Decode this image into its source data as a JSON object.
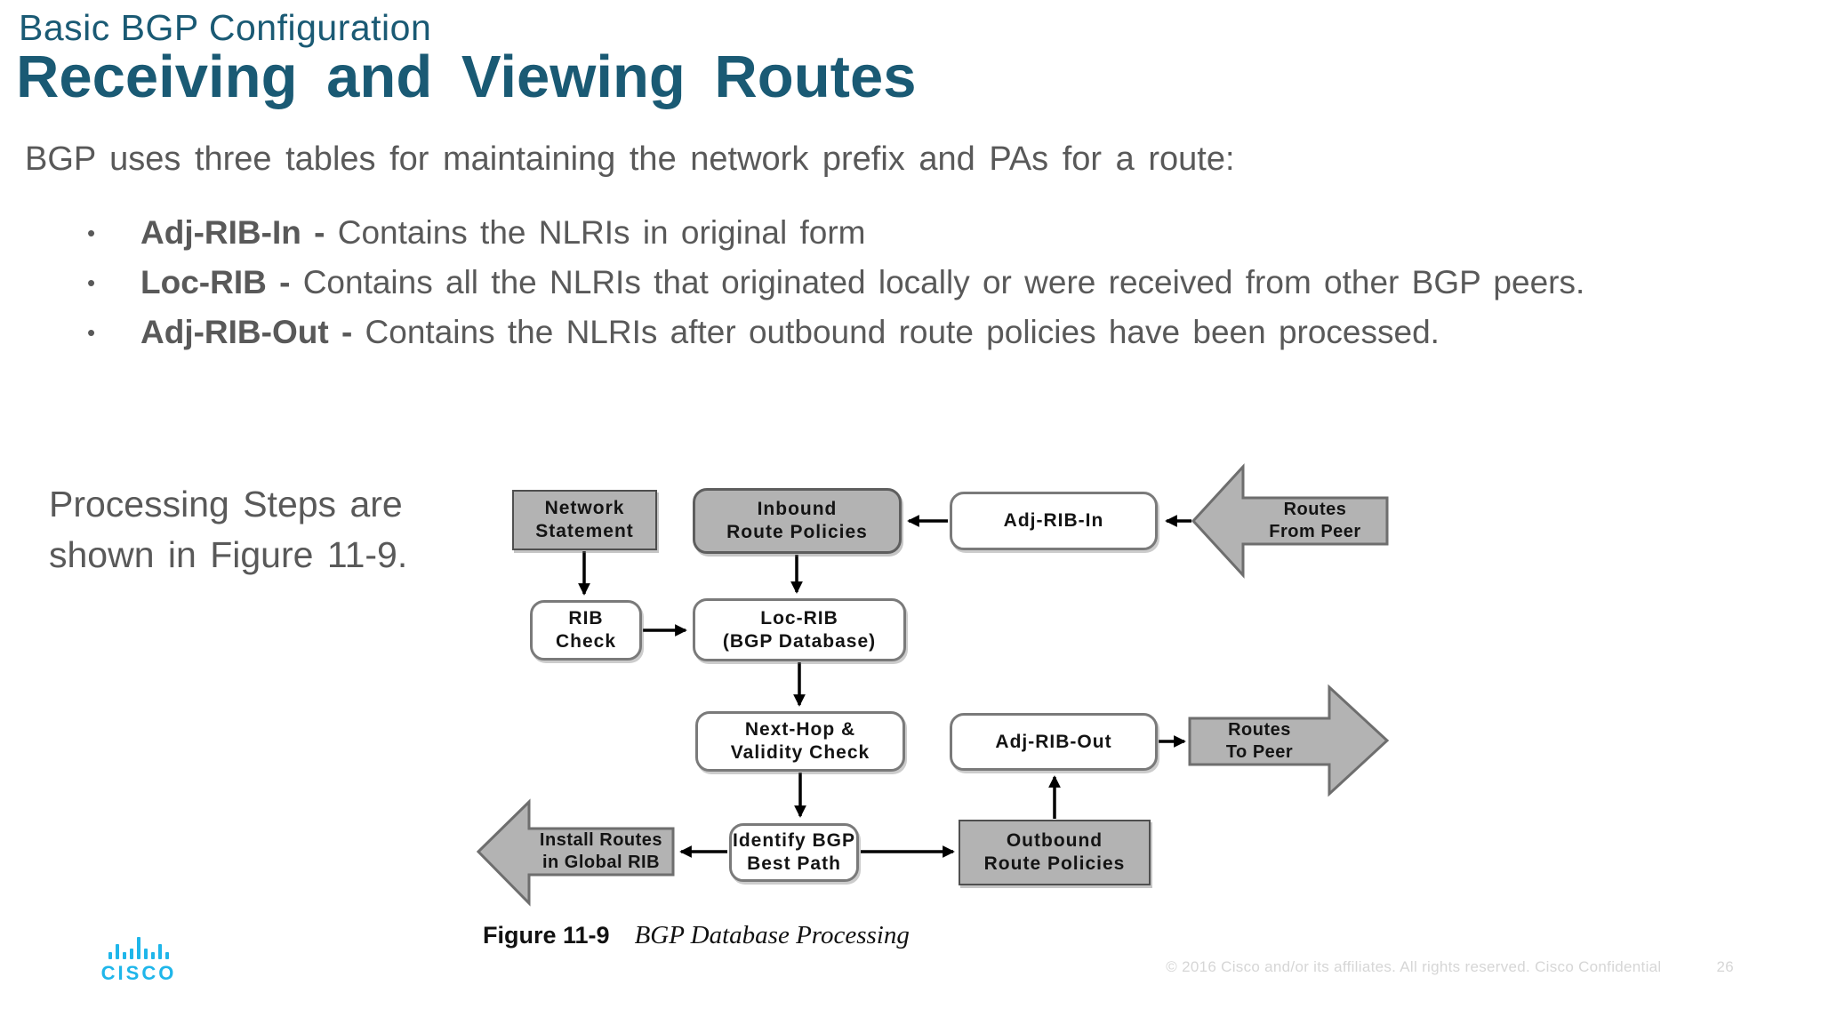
{
  "slide": {
    "eyebrow": "Basic BGP Configuration",
    "title": "Receiving and Viewing Routes",
    "intro": "BGP uses three tables for maintaining the network prefix and PAs for a route:",
    "bullet_marker": "•",
    "bullets": [
      {
        "term": "Adj-RIB-In  - ",
        "desc": "Contains the NLRIs in original form"
      },
      {
        "term": "Loc-RIB  - ",
        "desc": "Contains all the NLRIs that originated locally or were received from other BGP peers."
      },
      {
        "term": "Adj-RIB-Out  - ",
        "desc": "Contains the NLRIs after outbound route policies have been processed."
      }
    ],
    "note": "Processing Steps are\nshown in Figure 11-9."
  },
  "diagram": {
    "nodes": {
      "network_statement": "Network\nStatement",
      "inbound_route_policies": "Inbound\nRoute Policies",
      "adj_rib_in": "Adj-RIB-In",
      "routes_from_peer": "Routes\nFrom Peer",
      "rib_check": "RIB\nCheck",
      "loc_rib": "Loc-RIB\n(BGP Database)",
      "next_hop_validity": "Next-Hop &\nValidity Check",
      "adj_rib_out": "Adj-RIB-Out",
      "routes_to_peer": "Routes\nTo Peer",
      "install_routes": "Install Routes\nin Global RIB",
      "identify_best_path": "Identify BGP\nBest Path",
      "outbound_route_policies": "Outbound\nRoute Policies"
    },
    "caption": {
      "label": "Figure 11-9",
      "title": "BGP Database Processing"
    }
  },
  "footer": {
    "copyright": "© 2016   Cisco and/or  its affiliates.  All rights  reserved.   Cisco Confidential",
    "page": "26"
  },
  "logo": {
    "wordmark": "CISCO"
  },
  "colors": {
    "teal": "#1A5A74",
    "body-gray": "#595959",
    "box-gray": "#B3B3B3",
    "cisco-blue": "#1FB6EA",
    "footer-gray": "#D6D6D6"
  }
}
